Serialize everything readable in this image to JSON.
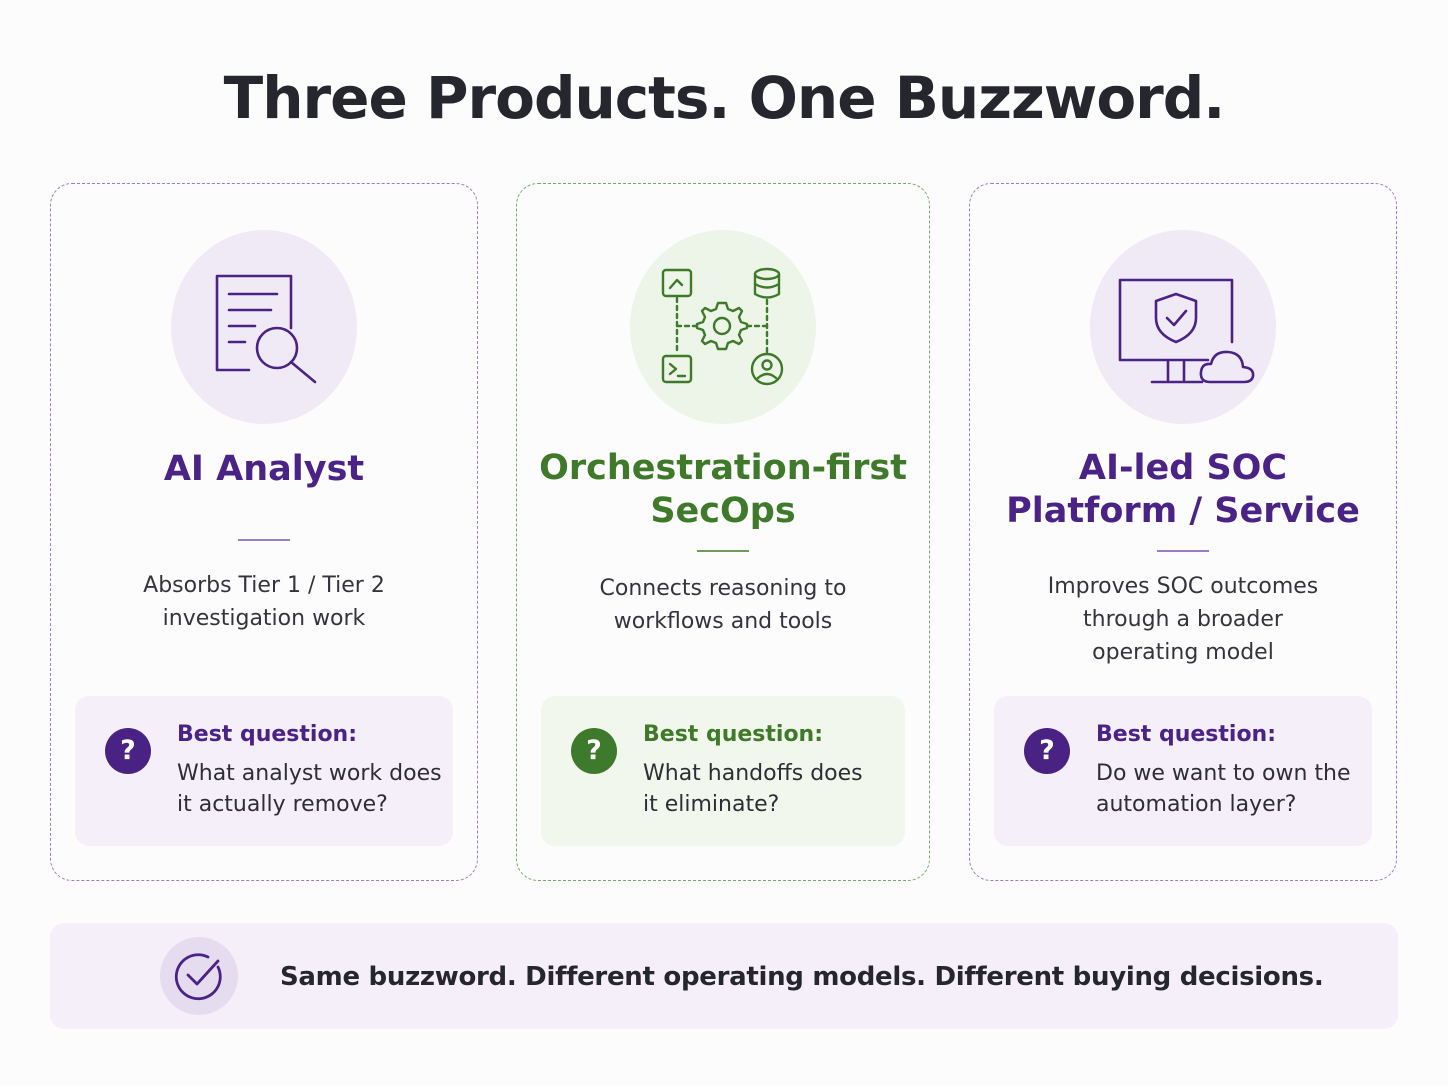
{
  "title": "Three Products. One Buzzword.",
  "cards": [
    {
      "icon": "document-search-icon",
      "title": "AI Analyst",
      "description": [
        "Absorbs Tier 1 / Tier 2",
        "investigation work"
      ],
      "question_label": "Best question:",
      "question": [
        "What analyst work does",
        "it actually remove?"
      ],
      "accent": "#4b2286"
    },
    {
      "icon": "orchestration-gear-icon",
      "title": [
        "Orchestration-first",
        "SecOps"
      ],
      "description": [
        "Connects reasoning to",
        "workflows and tools"
      ],
      "question_label": "Best question:",
      "question": [
        "What handoffs does",
        "it eliminate?"
      ],
      "accent": "#3f7a2a"
    },
    {
      "icon": "monitor-shield-cloud-icon",
      "title": [
        "AI-led SOC",
        "Platform / Service"
      ],
      "description": [
        "Improves SOC outcomes",
        "through a broader",
        "operating model"
      ],
      "question_label": "Best question:",
      "question": [
        "Do we want to own the",
        "automation layer?"
      ],
      "accent": "#4b2286"
    }
  ],
  "question_mark": "?",
  "footer": {
    "icon": "check-circle-icon",
    "text": "Same buzzword. Different operating models. Different buying decisions."
  }
}
